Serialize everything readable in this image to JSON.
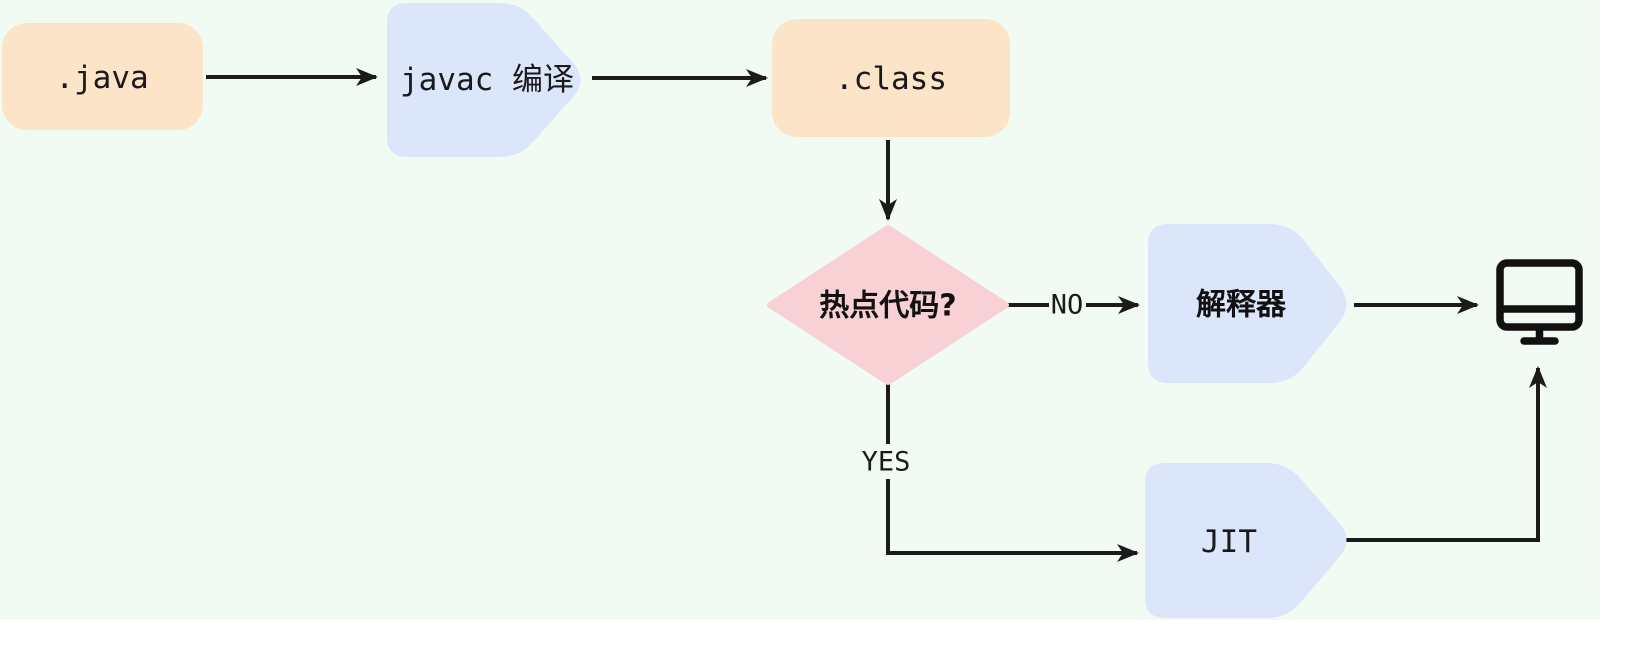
{
  "diagram": {
    "colors": {
      "background": "#f1fbf3",
      "page": "#ffffff",
      "file_node": "#fce4c9",
      "process_node": "#dce6fa",
      "decision_node": "#f7d1d3",
      "line": "#1b1b1b"
    },
    "nodes": {
      "java_file": {
        "label": ".java",
        "fill": "#fce4c9"
      },
      "javac_compile": {
        "label": "javac 编译",
        "fill": "#dce6fa"
      },
      "class_file": {
        "label": ".class",
        "fill": "#fce4c9"
      },
      "hotspot_decision": {
        "label": "热点代码?",
        "fill": "#f7d1d3"
      },
      "interpreter": {
        "label": "解释器",
        "fill": "#dce6fa"
      },
      "jit": {
        "label": "JIT",
        "fill": "#dce6fa"
      }
    },
    "edge_labels": {
      "no": "NO",
      "yes": "YES"
    },
    "icons": {
      "monitor": "computer-monitor"
    }
  }
}
